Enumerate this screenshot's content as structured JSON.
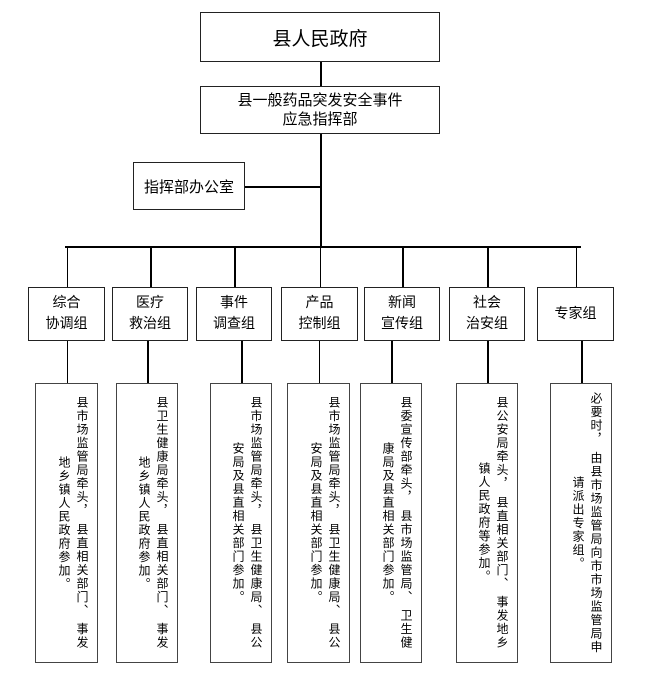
{
  "top": "县人民政府",
  "command": "县一般药品突发安全事件\n应急指挥部",
  "office": "指挥部办公室",
  "groups": [
    {
      "name": "综合\n协调组",
      "desc": "县市场监管局牵头，  县直相关部门、  事发地乡镇人民政府参加。"
    },
    {
      "name": "医疗\n救治组",
      "desc": "县卫生健康局牵头，  县直相关部门、  事发地乡镇人民政府参加。"
    },
    {
      "name": "事件\n调查组",
      "desc": "县市场监管局牵头，  县卫生健康局、  县公安局及县直相关部门参加。"
    },
    {
      "name": "产品\n控制组",
      "desc": "县市场监管局牵头，  县卫生健康局、  县公安局及县直相关部门参加。"
    },
    {
      "name": "新闻\n宣传组",
      "desc": "县委宣传部牵头，  县市场监管局、  卫生健康局及县直相关部门参加。"
    },
    {
      "name": "社会\n治安组",
      "desc": "县公安局牵头，  县直相关部门、  事发地乡镇人民政府等参加。"
    },
    {
      "name": "专家组",
      "desc": "必要时，  由县市场监管局向市市场监管局申请派出专家组。"
    }
  ]
}
